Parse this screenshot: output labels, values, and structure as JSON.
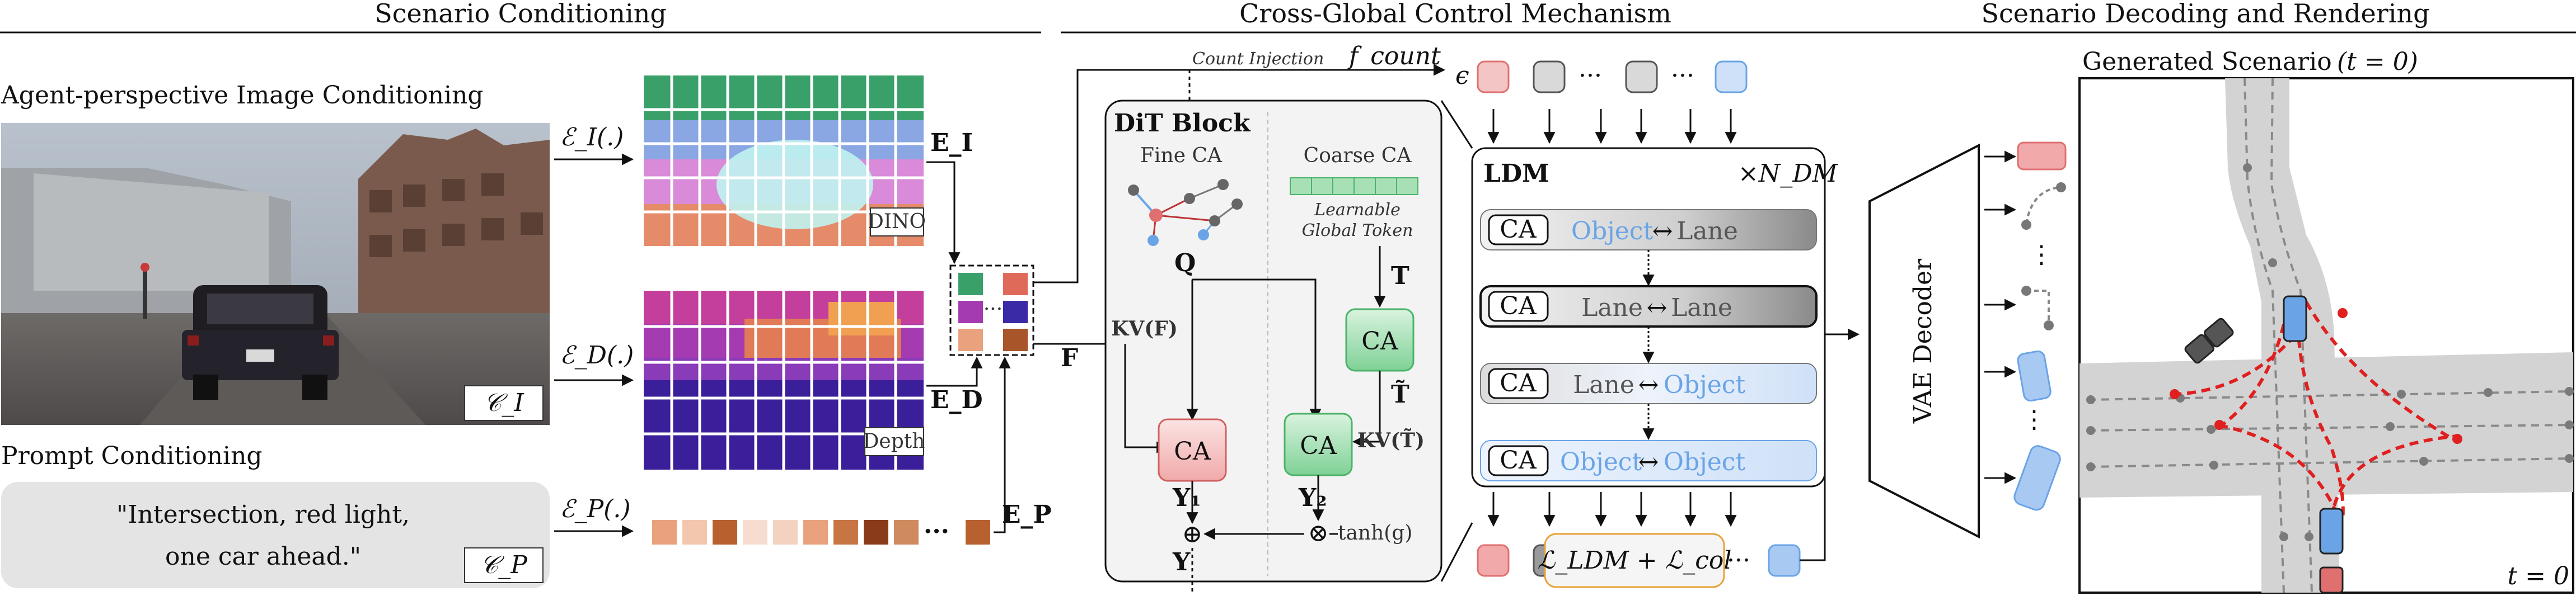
{
  "sections": {
    "left": "Scenario Conditioning",
    "middle": "Cross-Global Control Mechanism",
    "right": "Scenario Decoding and Rendering"
  },
  "conditioning": {
    "image_title": "Agent-perspective Image Conditioning",
    "image_symbol": "𝒞_I",
    "prompt_title": "Prompt Conditioning",
    "prompt_text_1": "\"Intersection, red light,",
    "prompt_text_2": "one car ahead.\"",
    "prompt_symbol": "𝒞_P",
    "enc_image": "ℰ_I(.)",
    "enc_depth": "ℰ_D(.)",
    "enc_prompt": "ℰ_P(.)",
    "emb_image": "E_I",
    "emb_depth": "E_D",
    "emb_prompt": "E_P",
    "dino_tag": "DINO",
    "depth_tag": "Depth",
    "fused": "F",
    "dots": "···"
  },
  "control": {
    "count_injection": "Count Injection",
    "f_count": "f_count",
    "dit_block": "DiT Block",
    "fine_ca": "Fine CA",
    "coarse_ca": "Coarse CA",
    "learnable_1": "Learnable",
    "learnable_2": "Global Token",
    "q": "Q",
    "t": "T",
    "kv_f": "KV(F)",
    "t_tilde": "T̃",
    "kv_t": "KV(T̃)",
    "ca": "CA",
    "y1": "Y₁",
    "y2": "Y₂",
    "y": "Y",
    "tanh": "tanh(g)",
    "oplus": "⊕",
    "otimes": "⊗"
  },
  "ldm": {
    "epsilon": "ϵ",
    "title": "LDM",
    "repeat": "×N_DM",
    "rows": [
      {
        "ca": "CA",
        "left": "Object",
        "arrow": "↔",
        "right": "Lane"
      },
      {
        "ca": "CA",
        "left": "Lane",
        "arrow": "↔",
        "right": "Lane"
      },
      {
        "ca": "CA",
        "left": "Lane",
        "arrow": "↔",
        "right": "Object"
      },
      {
        "ca": "CA",
        "left": "Object",
        "arrow": "↔",
        "right": "Object"
      }
    ],
    "loss": "ℒ_LDM + ℒ_col",
    "dots": "···"
  },
  "decoding": {
    "vae": "VAE Decoder",
    "generated_title": "Generated Scenario",
    "t0": "(t = 0)",
    "t0_corner": "t = 0"
  },
  "colors": {
    "blue": "#6aa4e6",
    "red": "#e06a6a",
    "green": "#4bb36a",
    "grey": "#9a9a9a"
  }
}
